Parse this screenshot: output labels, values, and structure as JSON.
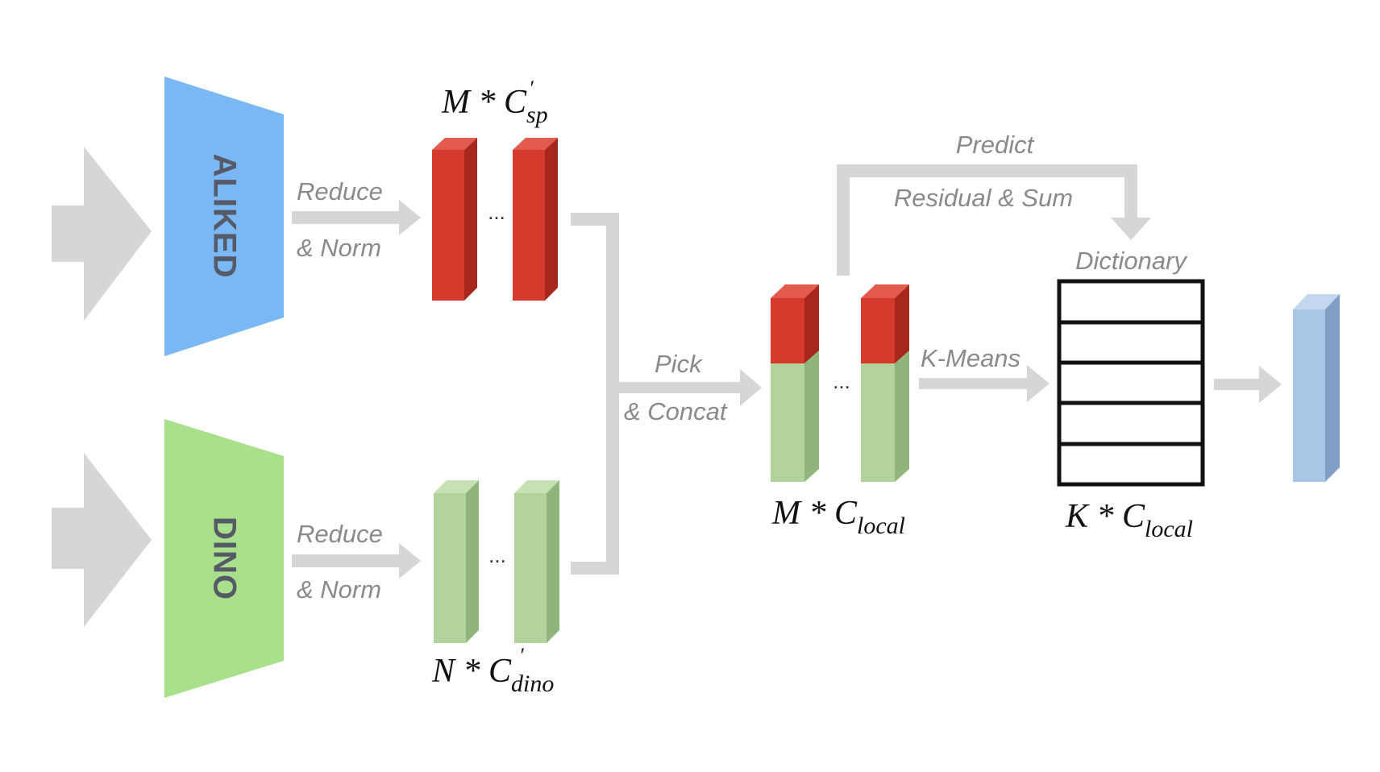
{
  "encoders": {
    "aliked": {
      "label": "ALIKED",
      "color": "#7ab8f5"
    },
    "dino": {
      "label": "DINO",
      "color": "#a8e08c"
    }
  },
  "edges": {
    "reduce_norm_top": {
      "line1": "Reduce",
      "line2": "& Norm"
    },
    "reduce_norm_bottom": {
      "line1": "Reduce",
      "line2": "& Norm"
    },
    "pick_concat": {
      "line1": "Pick",
      "line2": "& Concat"
    },
    "predict": {
      "line1": "Predict",
      "line2": "Residual & Sum"
    },
    "kmeans": {
      "label": "K-Means"
    }
  },
  "features": {
    "sp": {
      "prefix": "M * C",
      "prime": "′",
      "sub": "sp",
      "color": "#d63a2c"
    },
    "dino": {
      "prefix": "N * C",
      "prime": "′",
      "sub": "dino",
      "color": "#b2d49c"
    },
    "local": {
      "prefix": "M * C",
      "sub": "local"
    },
    "ellipsis": "..."
  },
  "dictionary": {
    "title": "Dictionary",
    "prefix": "K * C",
    "sub": "local",
    "rows": 5
  },
  "output": {
    "color": "#a8c6e6"
  },
  "colors": {
    "arrow": "#d6d6d6",
    "red_side": "#a8271d",
    "red_top": "#e35a4e",
    "green_side": "#8fb57a",
    "green_top": "#c6e2b4",
    "blue_side": "#7f9fc4",
    "blue_top": "#c3d7ee"
  }
}
